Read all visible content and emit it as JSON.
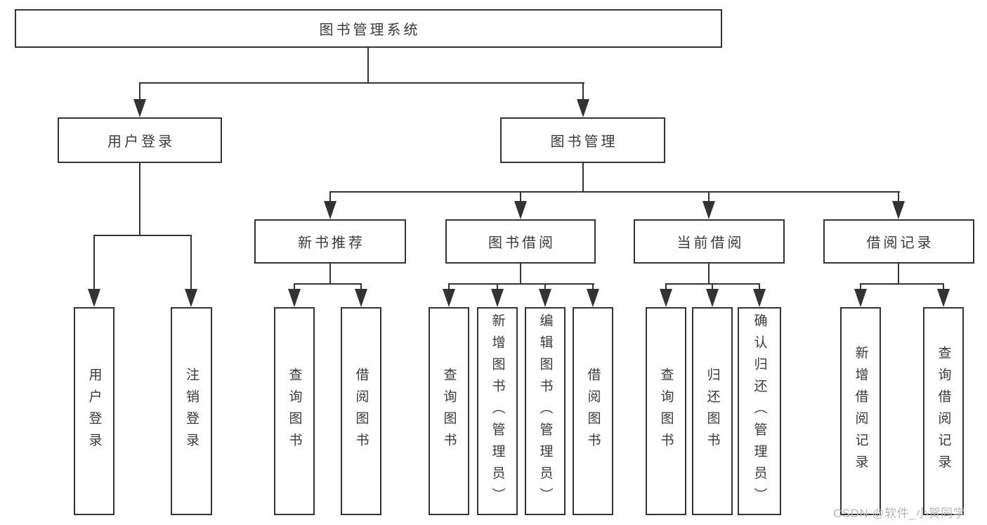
{
  "tree": {
    "label": "图书管理系统",
    "children": [
      {
        "label": "用户登录",
        "children": [
          {
            "label": "用户登录"
          },
          {
            "label": "注销登录"
          }
        ]
      },
      {
        "label": "图书管理",
        "children": [
          {
            "label": "新书推荐",
            "children": [
              {
                "label": "查询图书"
              },
              {
                "label": "借阅图书"
              }
            ]
          },
          {
            "label": "图书借阅",
            "children": [
              {
                "label": "查询图书"
              },
              {
                "label": "新增图书（管理员）"
              },
              {
                "label": "编辑图书（管理员）"
              },
              {
                "label": "借阅图书"
              }
            ]
          },
          {
            "label": "当前借阅",
            "children": [
              {
                "label": "查询图书"
              },
              {
                "label": "归还图书"
              },
              {
                "label": "确认归还（管理员）"
              }
            ]
          },
          {
            "label": "借阅记录",
            "children": [
              {
                "label": "新增借阅记录"
              },
              {
                "label": "查询借阅记录"
              }
            ]
          }
        ]
      }
    ]
  },
  "watermark": {
    "text": "CSDN @软件_小贺同学"
  },
  "colors": {
    "line": "#333333",
    "box_border": "#333333",
    "text": "#3a3a3a",
    "watermark": "#b8b8b8",
    "background": "#ffffff"
  }
}
